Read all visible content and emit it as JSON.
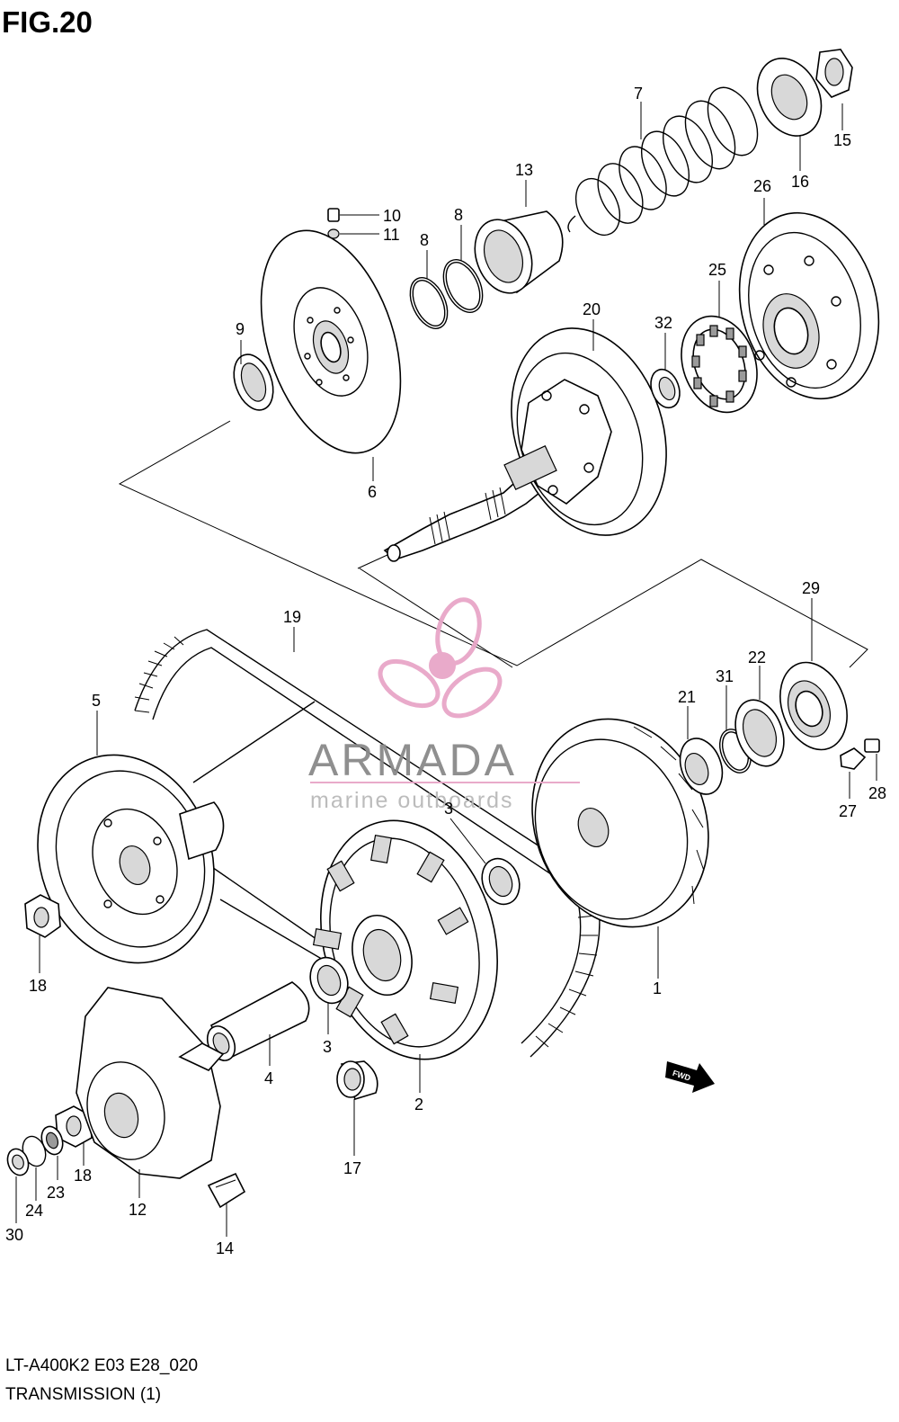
{
  "figure": {
    "title": "FIG.20",
    "model_code": "LT-A400K2 E03 E28_020",
    "section_title": "TRANSMISSION (1)"
  },
  "watermark": {
    "brand": "ARMADA",
    "tagline": "marine outboards",
    "color": "#e8a6c8"
  },
  "direction_badge": "FWD",
  "callouts": {
    "c1": "1",
    "c2": "2",
    "c3a": "3",
    "c3b": "3",
    "c4": "4",
    "c5": "5",
    "c6": "6",
    "c7": "7",
    "c8a": "8",
    "c8b": "8",
    "c9": "9",
    "c10": "10",
    "c11": "11",
    "c12": "12",
    "c13": "13",
    "c14": "14",
    "c15": "15",
    "c16": "16",
    "c17": "17",
    "c18a": "18",
    "c18b": "18",
    "c19": "19",
    "c20": "20",
    "c21": "21",
    "c22": "22",
    "c23": "23",
    "c24": "24",
    "c25": "25",
    "c26": "26",
    "c27": "27",
    "c28": "28",
    "c29": "29",
    "c30": "30",
    "c31": "31",
    "c32": "32"
  }
}
